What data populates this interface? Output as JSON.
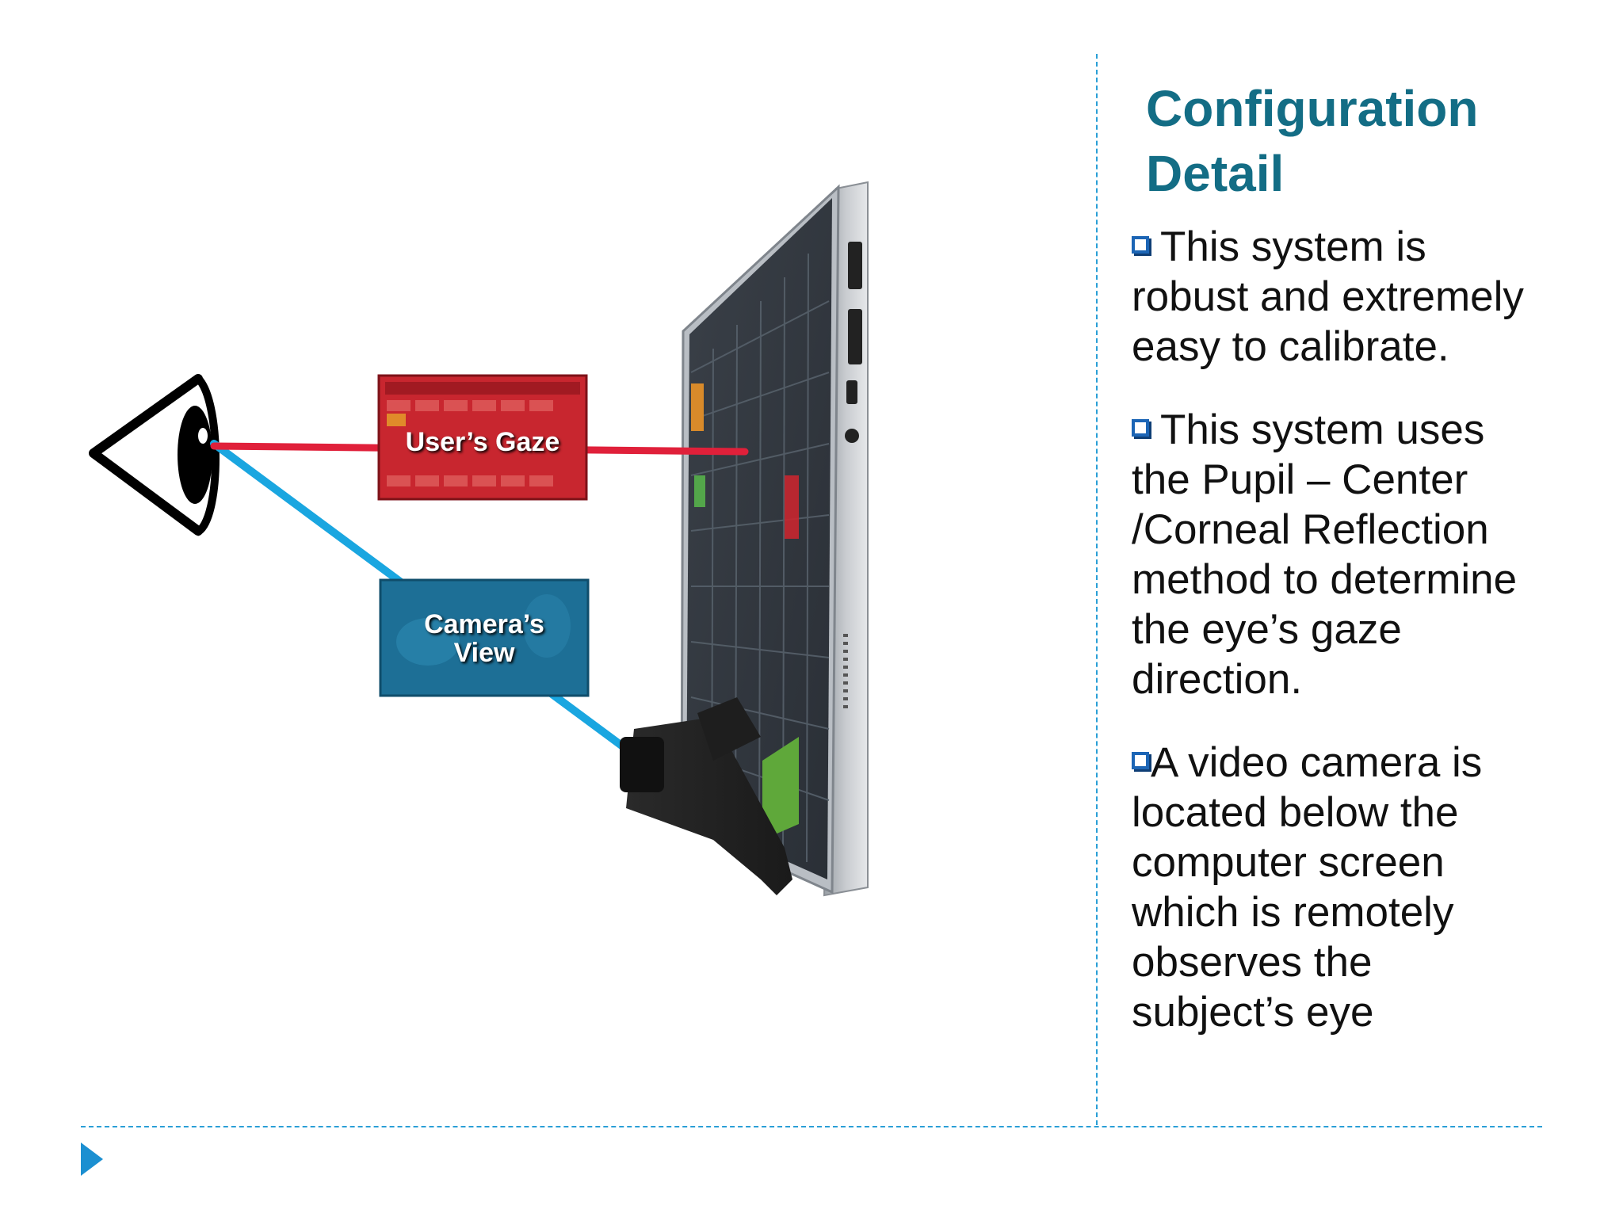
{
  "slide": {
    "title_line1": "Configuration",
    "title_line2": "Detail",
    "bullets": [
      {
        "lines": [
          "This system is",
          "robust and extremely",
          "easy to calibrate."
        ]
      },
      {
        "lines": [
          "This system uses",
          "the Pupil – Center",
          "/Corneal Reflection",
          "method to determine",
          "the eye’s gaze",
          "direction."
        ]
      },
      {
        "lines": [
          "A video camera is",
          "located below the",
          "computer screen",
          "which is remotely",
          "observes the",
          "subject’s eye"
        ]
      }
    ]
  },
  "illustration": {
    "gaze_label": "User’s Gaze",
    "camera_label_line1": "Camera’s",
    "camera_label_line2": "View",
    "colors": {
      "gaze_line": "#e0203a",
      "camera_line": "#1aa6e0",
      "gaze_box": "#c8262f",
      "camera_box": "#1d6f96"
    }
  }
}
